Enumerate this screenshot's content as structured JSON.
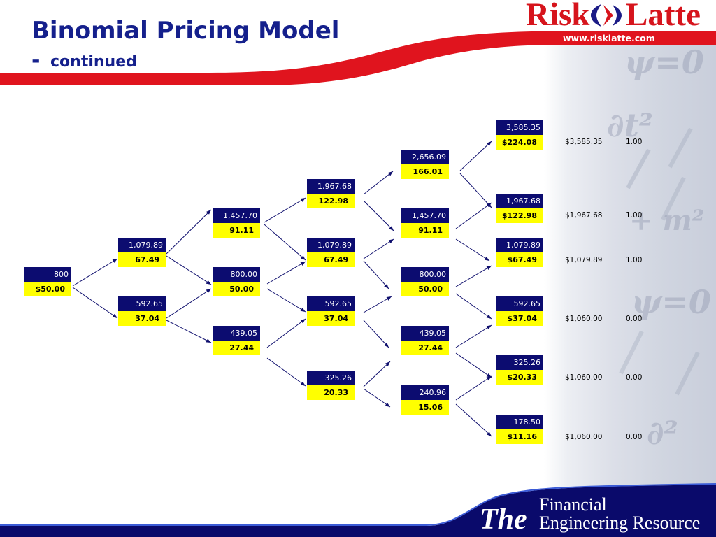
{
  "header": {
    "title": "Binomial Pricing Model",
    "dash": "-",
    "subtitle": "continued",
    "website": "www.risklatte.com"
  },
  "logo": {
    "word_left": "Risk",
    "word_right": "Latte",
    "icon": "double-chevron-icon"
  },
  "tree": {
    "columns": [
      [
        {
          "price": "800",
          "value": "$50.00"
        }
      ],
      [
        {
          "price": "1,079.89",
          "value": "67.49"
        },
        {
          "price": "592.65",
          "value": "37.04"
        }
      ],
      [
        {
          "price": "1,457.70",
          "value": "91.11"
        },
        {
          "price": "800.00",
          "value": "50.00"
        },
        {
          "price": "439.05",
          "value": "27.44"
        }
      ],
      [
        {
          "price": "1,967.68",
          "value": "122.98"
        },
        {
          "price": "1,079.89",
          "value": "67.49"
        },
        {
          "price": "592.65",
          "value": "37.04"
        },
        {
          "price": "325.26",
          "value": "20.33"
        }
      ],
      [
        {
          "price": "2,656.09",
          "value": "166.01"
        },
        {
          "price": "1,457.70",
          "value": "91.11"
        },
        {
          "price": "800.00",
          "value": "50.00"
        },
        {
          "price": "439.05",
          "value": "27.44"
        },
        {
          "price": "240.96",
          "value": "15.06"
        }
      ],
      [
        {
          "price": "3,585.35",
          "value": "$224.08"
        },
        {
          "price": "1,967.68",
          "value": "$122.98"
        },
        {
          "price": "1,079.89",
          "value": "$67.49"
        },
        {
          "price": "592.65",
          "value": "$37.04"
        },
        {
          "price": "325.26",
          "value": "$20.33"
        },
        {
          "price": "178.50",
          "value": "$11.16"
        }
      ]
    ]
  },
  "payoffs": [
    {
      "amount": "$3,585.35",
      "indicator": "1.00"
    },
    {
      "amount": "$1,967.68",
      "indicator": "1.00"
    },
    {
      "amount": "$1,079.89",
      "indicator": "1.00"
    },
    {
      "amount": "$1,060.00",
      "indicator": "0.00"
    },
    {
      "amount": "$1,060.00",
      "indicator": "0.00"
    },
    {
      "amount": "$1,060.00",
      "indicator": "0.00"
    }
  ],
  "footer": {
    "prefix": "The",
    "line1": "Financial",
    "line2": "Engineering Resource"
  },
  "watermark_symbols": [
    "ψ=0",
    "∂t²",
    "+ m²",
    "ψ=0",
    "∂²"
  ],
  "colors": {
    "title_blue": "#15208c",
    "node_navy": "#0c0c70",
    "node_yellow": "#ffff00",
    "brand_red": "#e0141e",
    "footer_navy": "#0a0a6b"
  }
}
